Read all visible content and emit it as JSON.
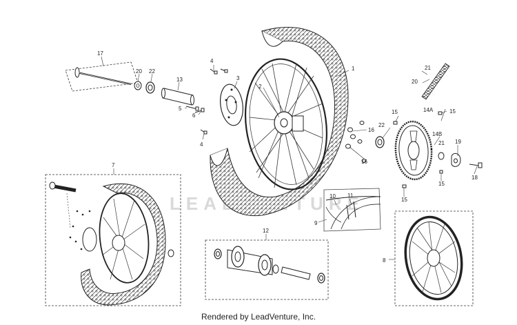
{
  "labels": {
    "p1": "1",
    "p2": "2",
    "p3": "3",
    "p4a": "4",
    "p4b": "4",
    "p5": "5",
    "p6": "6",
    "p7": "7",
    "p8": "8",
    "p9": "9",
    "p10": "10",
    "p11": "11",
    "p12": "12",
    "p13": "13",
    "p14a": "14A",
    "p14b": "14B",
    "p15a": "15",
    "p15b": "15",
    "p15c": "15",
    "p15d": "15",
    "p16a": "16",
    "p16b": "16",
    "p17": "17",
    "p18": "18",
    "p19": "19",
    "p20a": "20",
    "p20b": "20",
    "p21a": "21",
    "p21b": "21",
    "p22a": "22",
    "p22b": "22"
  },
  "watermark": "LEADVENTURE",
  "caption": "Rendered by LeadVenture, Inc."
}
